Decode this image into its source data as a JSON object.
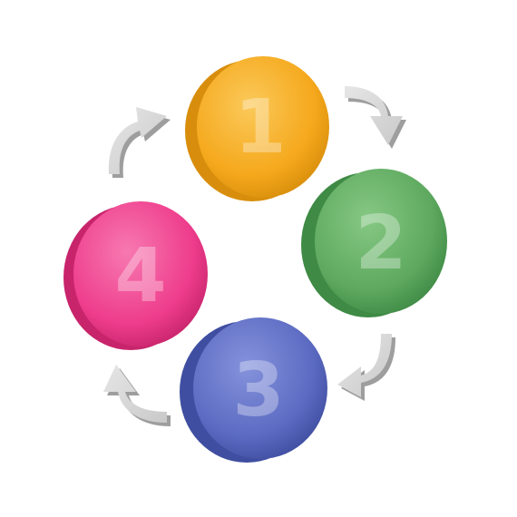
{
  "steps": [
    {
      "number": "1",
      "color": "#f5a81c",
      "shade": "#d88e0c",
      "highlight": "#fbc95a"
    },
    {
      "number": "2",
      "color": "#5ea95f",
      "shade": "#3f8a45",
      "highlight": "#86c884"
    },
    {
      "number": "3",
      "color": "#5c6bc2",
      "shade": "#3f4ea0",
      "highlight": "#8592dc"
    },
    {
      "number": "4",
      "color": "#ee3d8c",
      "shade": "#c8246c",
      "highlight": "#f779b1"
    }
  ],
  "arrow": {
    "color": "#c9c9c9",
    "shade": "#9e9e9e",
    "icon": "curved-arrow-icon"
  }
}
